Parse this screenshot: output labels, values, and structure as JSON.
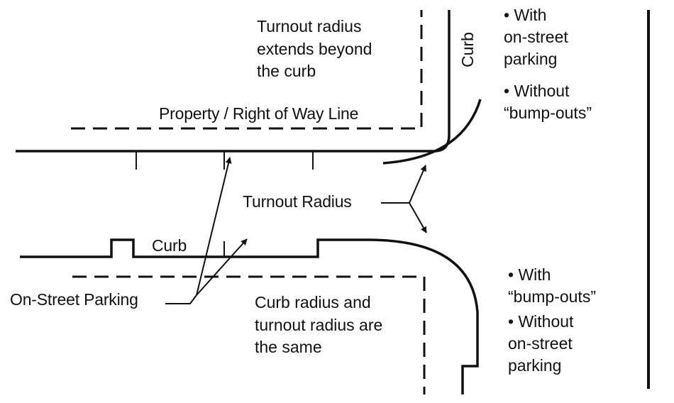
{
  "labels": {
    "turnout_note": [
      "Turnout radius",
      "extends beyond",
      "the curb"
    ],
    "property_line": "Property / Right of Way Line",
    "curb_top": "Curb",
    "curb_bottom": "Curb",
    "turnout_radius": "Turnout Radius",
    "on_street_parking": "On-Street Parking",
    "curb_note": [
      "Curb radius and",
      "turnout radius are",
      "the same"
    ],
    "top_conditions": [
      "• With",
      "on-street",
      "parking",
      "• Without",
      "“bump-outs”"
    ],
    "bottom_conditions": [
      "• With",
      "“bump-outs”",
      "• Without",
      "on-street",
      "parking"
    ]
  },
  "colors": {
    "ink": "#111111",
    "background": "#ffffff"
  }
}
